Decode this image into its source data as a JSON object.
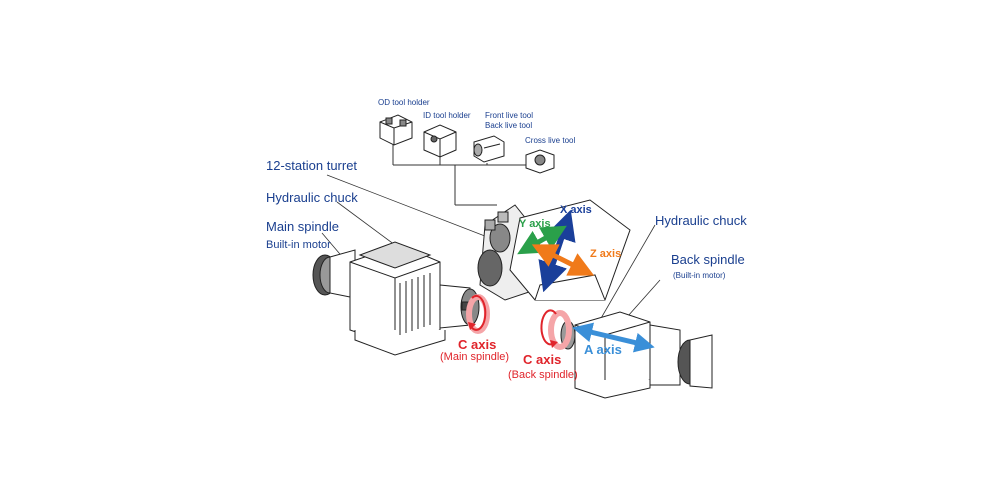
{
  "tool_labels": {
    "od_tool_holder": "OD tool holder",
    "id_tool_holder": "ID tool holder",
    "front_live_tool": "Front live tool",
    "back_live_tool": "Back live tool",
    "cross_live_tool": "Cross live tool"
  },
  "left_labels": {
    "turret": "12-station turret",
    "hydraulic_chuck": "Hydraulic chuck",
    "main_spindle": "Main spindle",
    "built_in_motor": "Built-in motor"
  },
  "right_labels": {
    "hydraulic_chuck": "Hydraulic chuck",
    "back_spindle": "Back spindle",
    "back_built_in_motor": "(Built-in motor)"
  },
  "axes": {
    "x_axis": "X axis",
    "y_axis": "Y axis",
    "z_axis": "Z axis",
    "a_axis": "A axis",
    "c_axis_main": "C axis",
    "c_axis_main_sub": "(Main spindle)",
    "c_axis_back": "C axis",
    "c_axis_back_sub": "(Back spindle)"
  },
  "colors": {
    "label_blue": "#1a3f8f",
    "x_axis_arrow": "#1a3f9a",
    "y_axis_arrow": "#2aa04a",
    "z_axis_arrow": "#f07a1a",
    "a_axis_arrow": "#3a8fd8",
    "c_axis_arrow": "#e0242b"
  }
}
